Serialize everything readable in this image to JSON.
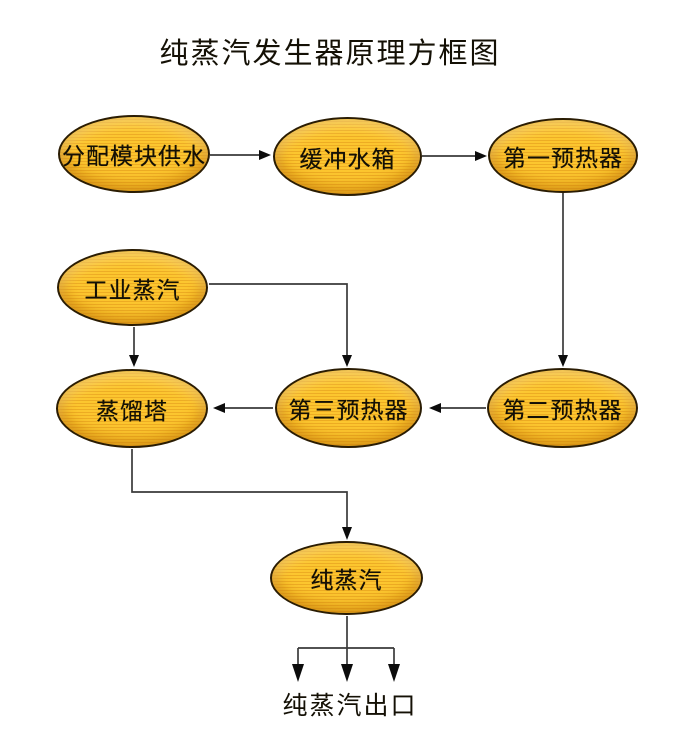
{
  "title": "纯蒸汽发生器原理方框图",
  "nodes": {
    "supply": {
      "label": "分配模块供水"
    },
    "buffer_tank": {
      "label": "缓冲水箱"
    },
    "preheater_1": {
      "label": "第一预热器"
    },
    "industrial_steam": {
      "label": "工业蒸汽"
    },
    "distillation_tower": {
      "label": "蒸馏塔"
    },
    "preheater_3": {
      "label": "第三预热器"
    },
    "preheater_2": {
      "label": "第二预热器"
    },
    "pure_steam": {
      "label": "纯蒸汽"
    }
  },
  "outlet": {
    "label": "纯蒸汽出口",
    "arrow_count": 3
  },
  "edges": [
    {
      "from": "分配模块供水",
      "to": "缓冲水箱"
    },
    {
      "from": "缓冲水箱",
      "to": "第一预热器"
    },
    {
      "from": "第一预热器",
      "to": "第二预热器"
    },
    {
      "from": "第二预热器",
      "to": "第三预热器"
    },
    {
      "from": "第三预热器",
      "to": "蒸馏塔"
    },
    {
      "from": "工业蒸汽",
      "to": "蒸馏塔"
    },
    {
      "from": "工业蒸汽",
      "to": "第三预热器"
    },
    {
      "from": "蒸馏塔",
      "to": "纯蒸汽"
    },
    {
      "from": "纯蒸汽",
      "to": "纯蒸汽出口"
    }
  ],
  "colors": {
    "node_fill": "#FCC62F",
    "node_stripe": "#EDAC23",
    "node_border": "#2A1C03",
    "connector": "#3A3A3A",
    "arrowhead": "#0C0C0C",
    "background": "#FFFFFF",
    "text": "#141005"
  }
}
